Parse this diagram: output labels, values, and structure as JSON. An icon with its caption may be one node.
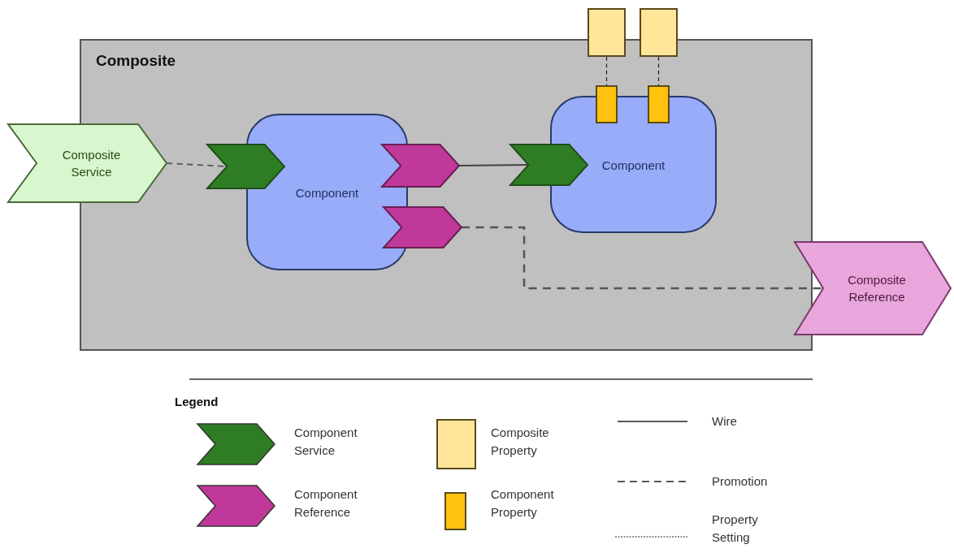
{
  "diagram": {
    "nodes": [
      {
        "text": [
          "Composite"
        ]
      },
      {
        "text": [
          "Composite Service"
        ]
      },
      {
        "text": [
          "Component"
        ],
        "in": 0
      },
      {
        "text": [],
        "shape": "chevron",
        "in": 0
      },
      {
        "text": [],
        "shape": "chevron",
        "in": 0
      },
      {
        "text": [],
        "shape": "chevron",
        "in": 0
      },
      {
        "text": [
          "Component"
        ],
        "in": 0
      },
      {
        "text": [],
        "shape": "chevron",
        "in": 0
      },
      {
        "text": [],
        "shape": "box"
      },
      {
        "text": [],
        "shape": "box"
      },
      {
        "text": [],
        "shape": "box",
        "in": 0
      },
      {
        "text": [],
        "shape": "box",
        "in": 0
      },
      {
        "text": [
          "Composite Reference"
        ]
      }
    ],
    "edges": [
      {
        "from": 1,
        "to": 3,
        "arrow": "none",
        "style": "dashed"
      },
      {
        "from": 4,
        "to": 7,
        "arrow": "none"
      },
      {
        "from": 5,
        "to": 12,
        "arrow": "none",
        "style": "dashed"
      },
      {
        "from": 8,
        "to": 10,
        "arrow": "none",
        "style": "dashed",
        "color": "#222222"
      },
      {
        "from": 9,
        "to": 11,
        "arrow": "none",
        "style": "dashed",
        "color": "#222222"
      }
    ],
    "labels": [
      "Legend",
      "Wire",
      "Promotion",
      "Property Setting"
    ],
    "legend": [
      {
        "text": "Component Service",
        "color": "#2e7d24"
      },
      {
        "text": "Component Reference",
        "color": "#c0399a"
      },
      {
        "text": "Composite Property",
        "color": "#ffe699"
      },
      {
        "text": "Component Property",
        "color": "#ffc20e"
      }
    ]
  }
}
